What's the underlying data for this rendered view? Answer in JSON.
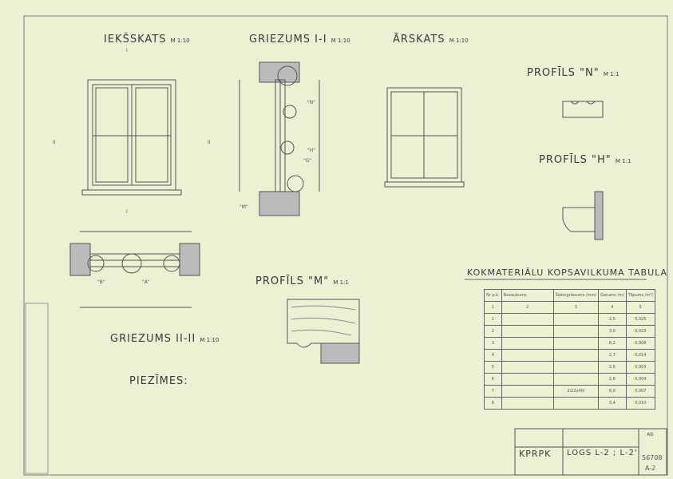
{
  "views": {
    "interior": {
      "title": "IEKŠSKATS",
      "scale": "M 1:10"
    },
    "section1": {
      "title": "GRIEZUMS I-I",
      "scale": "M 1:10"
    },
    "exterior": {
      "title": "ĀRSKATS",
      "scale": "M 1:10"
    },
    "section2": {
      "title": "GRIEZUMS II-II",
      "scale": "M 1:10"
    },
    "profileN": {
      "title": "PROFĪLS \"N\"",
      "scale": "M 1:1"
    },
    "profileH": {
      "title": "PROFĪLS \"H\"",
      "scale": "M 1:1"
    },
    "profileM": {
      "title": "PROFĪLS \"M\"",
      "scale": "M 1:1"
    }
  },
  "markers": {
    "sec1": "I",
    "sec2": "II",
    "n": "\"N\"",
    "h": "\"H\"",
    "m": "\"M\"",
    "a": "\"A\"",
    "b": "\"B\"",
    "g": "\"G\""
  },
  "notes": {
    "title": "PIEZĪMES:"
  },
  "table": {
    "title": "KOKMATERIĀLU KOPSAVILKUMA TABULA",
    "headers": [
      "Nr p.k.",
      "Nosaukums",
      "Šķērsgriezums /mm/",
      "Garums /m/",
      "Tilpums /m³/"
    ],
    "index": [
      "1",
      "2",
      "3",
      "4",
      "5"
    ],
    "rows": [
      [
        "1",
        "",
        "",
        "2,5",
        "0,025"
      ],
      [
        "2",
        "",
        "",
        "3,0",
        "0,023"
      ],
      [
        "3",
        "",
        "",
        "8,2",
        "0,008"
      ],
      [
        "4",
        "",
        "",
        "2,7",
        "0,014"
      ],
      [
        "5",
        "",
        "",
        "2,6",
        "0,003"
      ],
      [
        "6",
        "",
        "",
        "2,8",
        "0,004"
      ],
      [
        "7",
        "",
        "2/22x40/",
        "6,0",
        "0,007"
      ],
      [
        "8",
        "",
        "",
        "3,4",
        "0,010"
      ]
    ]
  },
  "title_block": {
    "org": "KPRPK",
    "object": "LOGS L-2 ; L-2'",
    "number": "56708",
    "sheet": "A-2",
    "stage": "AB"
  }
}
